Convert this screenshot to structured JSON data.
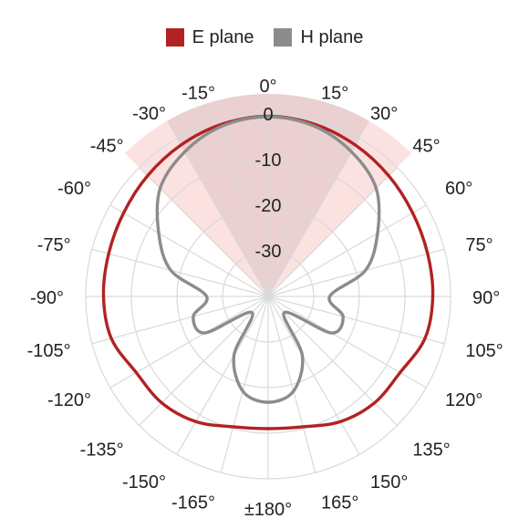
{
  "chart_data": {
    "type": "polar-line",
    "title": "",
    "angle_unit": "degrees",
    "angle_ticks": [
      {
        "deg": 0,
        "label": "0°"
      },
      {
        "deg": 15,
        "label": "15°"
      },
      {
        "deg": 30,
        "label": "30°"
      },
      {
        "deg": 45,
        "label": "45°"
      },
      {
        "deg": 60,
        "label": "60°"
      },
      {
        "deg": 75,
        "label": "75°"
      },
      {
        "deg": 90,
        "label": "90°"
      },
      {
        "deg": 105,
        "label": "105°"
      },
      {
        "deg": 120,
        "label": "120°"
      },
      {
        "deg": 135,
        "label": "135°"
      },
      {
        "deg": 150,
        "label": "150°"
      },
      {
        "deg": 165,
        "label": "165°"
      },
      {
        "deg": 180,
        "label": "±180°"
      },
      {
        "deg": -165,
        "label": "-165°"
      },
      {
        "deg": -150,
        "label": "-150°"
      },
      {
        "deg": -135,
        "label": "-135°"
      },
      {
        "deg": -120,
        "label": "-120°"
      },
      {
        "deg": -105,
        "label": "-105°"
      },
      {
        "deg": -90,
        "label": "-90°"
      },
      {
        "deg": -75,
        "label": "-75°"
      },
      {
        "deg": -60,
        "label": "-60°"
      },
      {
        "deg": -45,
        "label": "-45°"
      },
      {
        "deg": -30,
        "label": "-30°"
      },
      {
        "deg": -15,
        "label": "-15°"
      }
    ],
    "radial_ticks": [
      {
        "value": 0,
        "label": "0"
      },
      {
        "value": -10,
        "label": "-10"
      },
      {
        "value": -20,
        "label": "-20"
      },
      {
        "value": -30,
        "label": "-30"
      }
    ],
    "radial_range": [
      -40,
      0
    ],
    "highlight_sectors": [
      {
        "from": -45,
        "to": 45,
        "color": "#fbd7d7"
      },
      {
        "from": -30,
        "to": 30,
        "color": "#e2c9c9"
      }
    ],
    "legend_position": "top-center",
    "series": [
      {
        "name": "E plane",
        "color": "#b22222",
        "angles": [
          0,
          15,
          30,
          45,
          60,
          75,
          90,
          105,
          120,
          135,
          150,
          165,
          180,
          -165,
          -150,
          -135,
          -120,
          -105,
          -90,
          -75,
          -60,
          -45,
          -30,
          -15
        ],
        "values": [
          -0.5,
          -0.9,
          -1.7,
          -2.6,
          -3.4,
          -3.8,
          -3.9,
          -4.4,
          -6.6,
          -7.0,
          -8.3,
          -10.4,
          -11.0,
          -10.4,
          -8.3,
          -7.0,
          -6.6,
          -4.4,
          -3.9,
          -3.8,
          -3.4,
          -2.6,
          -1.7,
          -0.9
        ]
      },
      {
        "name": "H plane",
        "color": "#8c8c8c",
        "angles": [
          0,
          15,
          30,
          45,
          60,
          75,
          90,
          105,
          120,
          135,
          150,
          165,
          180,
          -165,
          -150,
          -135,
          -120,
          -105,
          -90,
          -75,
          -60,
          -45,
          -30,
          -15
        ],
        "values": [
          -0.6,
          -1.3,
          -3.4,
          -6.5,
          -12.3,
          -17.9,
          -26.5,
          -23.0,
          -24.0,
          -35.0,
          -25.0,
          -18.5,
          -16.8,
          -18.5,
          -25.0,
          -35.0,
          -24.0,
          -23.0,
          -26.5,
          -17.9,
          -12.3,
          -6.5,
          -3.4,
          -1.3
        ]
      }
    ]
  },
  "colors": {
    "grid": "#d9d9d9",
    "text": "#222222"
  }
}
